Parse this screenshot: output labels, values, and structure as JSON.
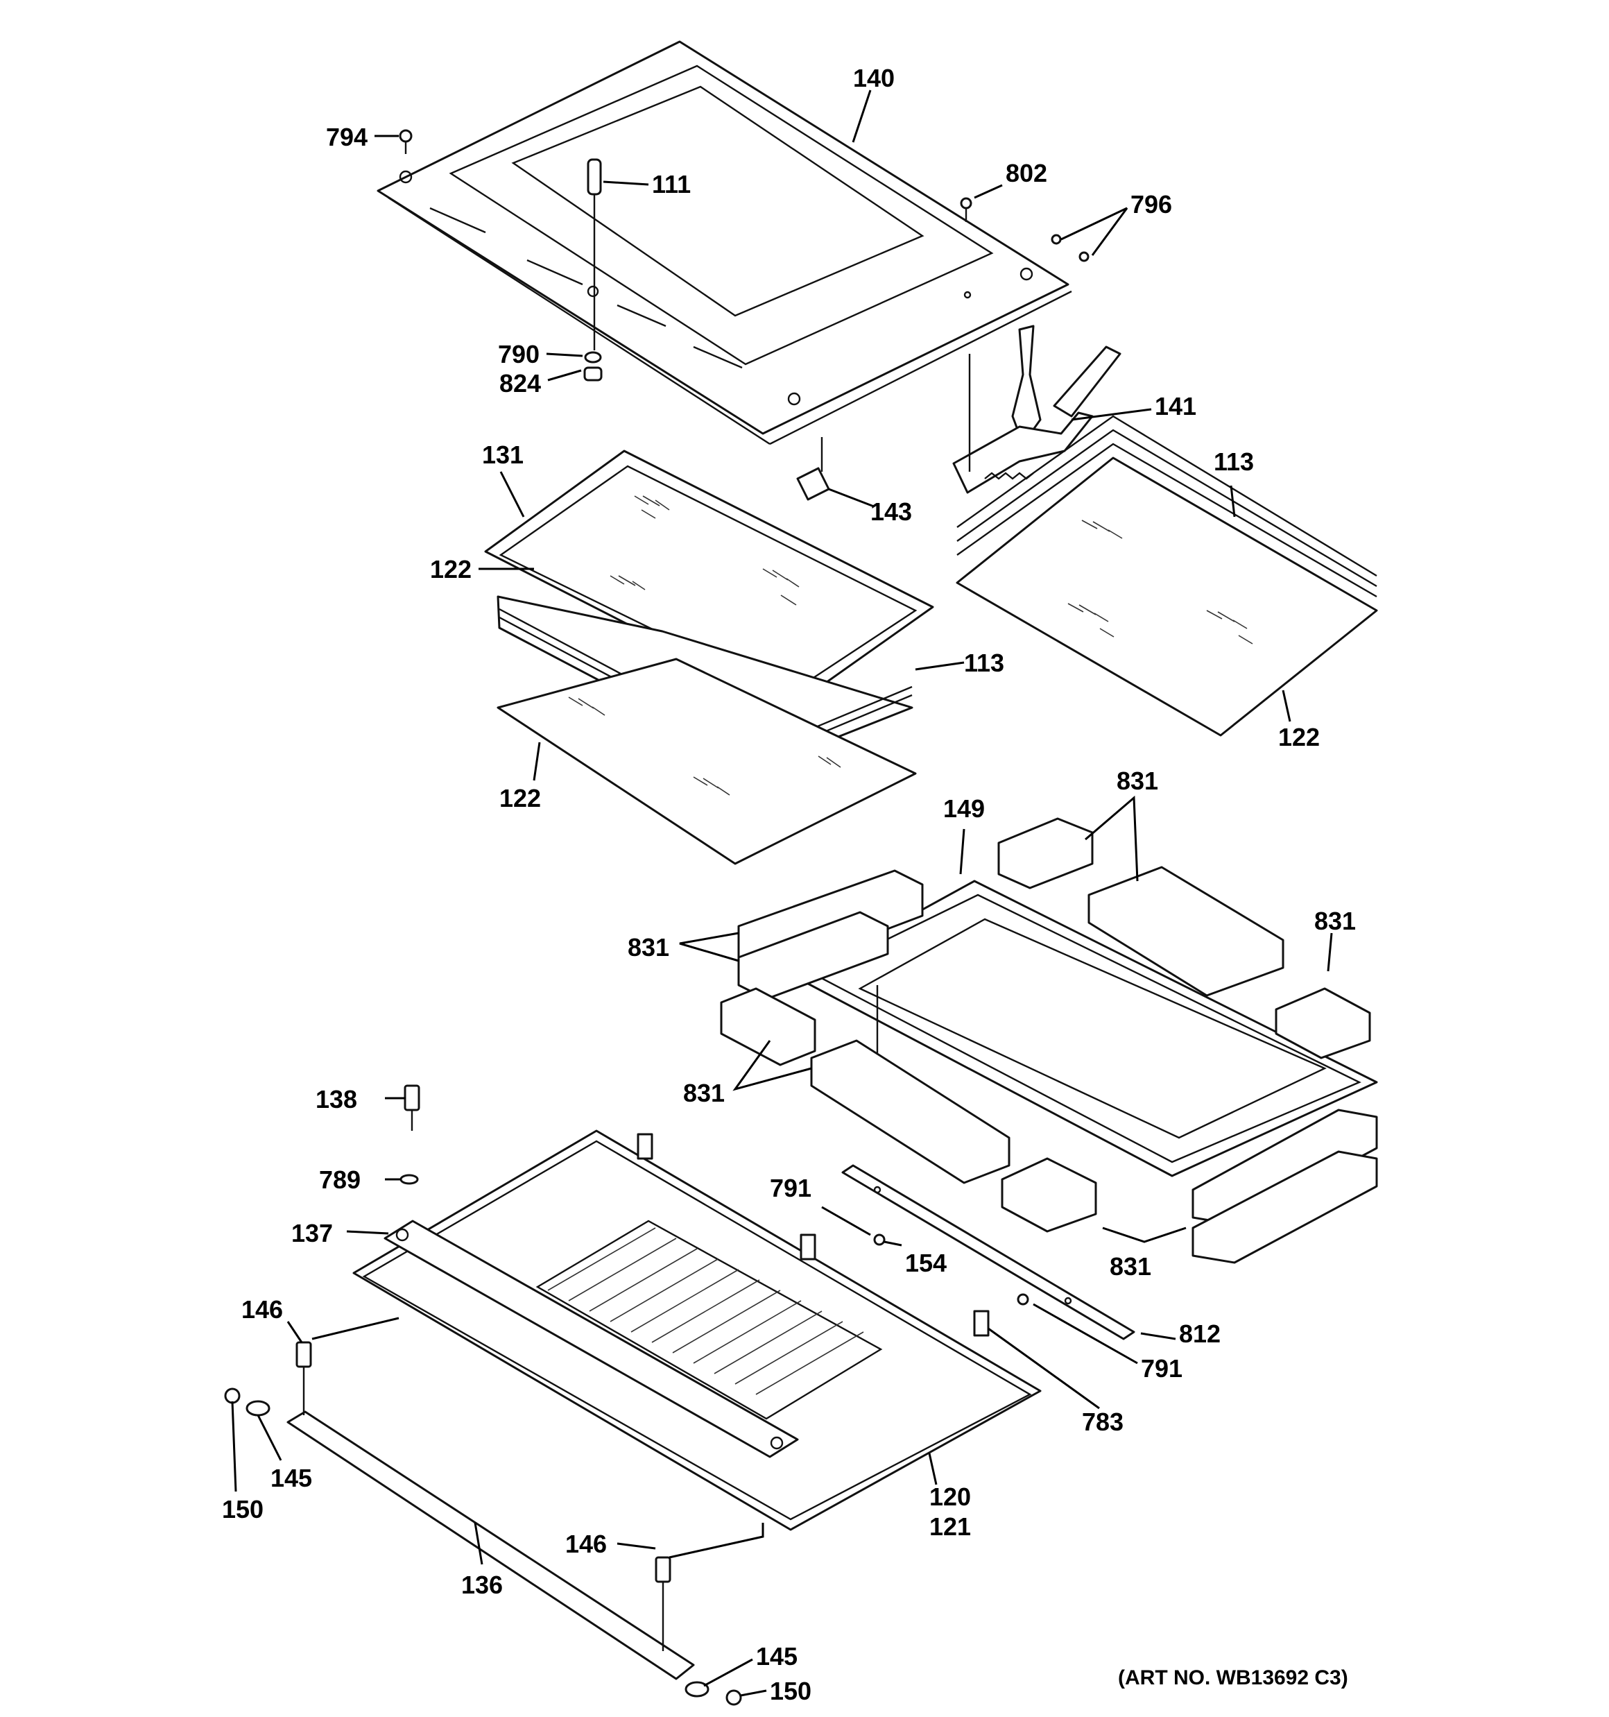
{
  "diagram": {
    "art_number": "(ART NO. WB13692 C3)",
    "callouts": {
      "c140": "140",
      "c794": "794",
      "c111": "111",
      "c802": "802",
      "c796": "796",
      "c790": "790",
      "c824": "824",
      "c141": "141",
      "c131": "131",
      "c143": "143",
      "c113a": "113",
      "c122a": "122",
      "c113b": "113",
      "c122b": "122",
      "c122c": "122",
      "c831a": "831",
      "c149": "149",
      "c831b": "831",
      "c831c": "831",
      "c831d": "831",
      "c138": "138",
      "c789": "789",
      "c791a": "791",
      "c137": "137",
      "c154": "154",
      "c831e": "831",
      "c146a": "146",
      "c812": "812",
      "c791b": "791",
      "c783": "783",
      "c150a": "150",
      "c145a": "145",
      "c120": "120",
      "c121": "121",
      "c146b": "146",
      "c136": "136",
      "c145b": "145",
      "c150b": "150"
    }
  }
}
